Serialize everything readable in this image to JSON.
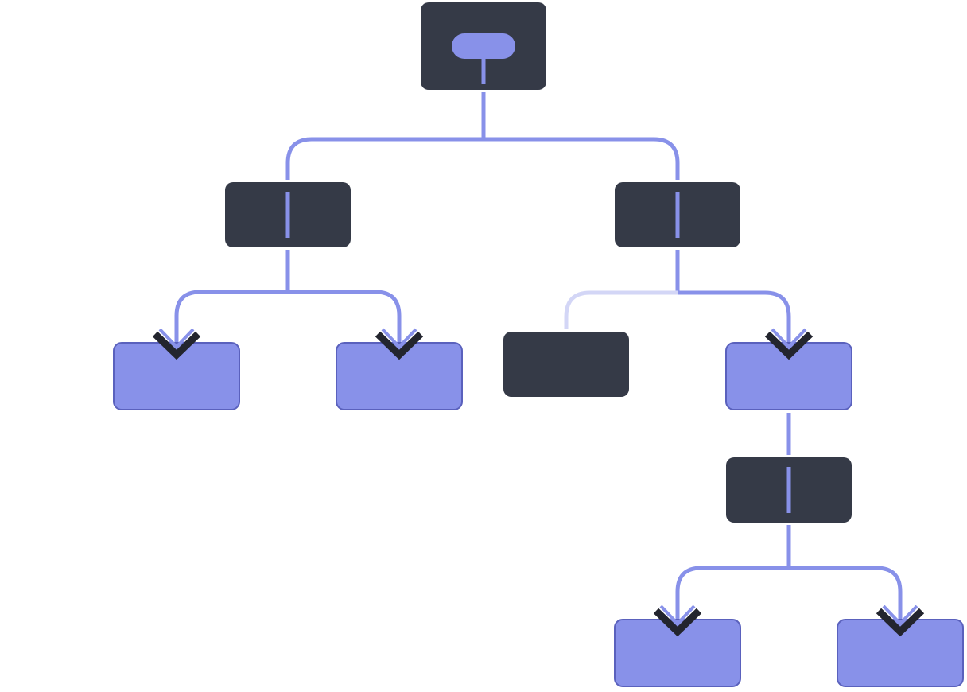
{
  "colors": {
    "background": "#ffffff",
    "dark_node": "#353a47",
    "light_node": "#8891e9",
    "light_node_border": "#5a61bd",
    "connector": "#8891e9",
    "connector_faded": "#d3d6f6",
    "arrow_shadow": "#23252e"
  },
  "tree": {
    "root": {
      "kind": "dark",
      "icon": "pill-icon",
      "children": [
        {
          "kind": "dark",
          "children": [
            {
              "kind": "light",
              "children": []
            },
            {
              "kind": "light",
              "children": []
            }
          ]
        },
        {
          "kind": "dark",
          "children": [
            {
              "kind": "dark",
              "faded_link": true,
              "children": []
            },
            {
              "kind": "light",
              "children": [
                {
                  "kind": "dark",
                  "children": [
                    {
                      "kind": "light",
                      "children": []
                    },
                    {
                      "kind": "light",
                      "children": []
                    }
                  ]
                }
              ]
            }
          ]
        }
      ]
    }
  }
}
